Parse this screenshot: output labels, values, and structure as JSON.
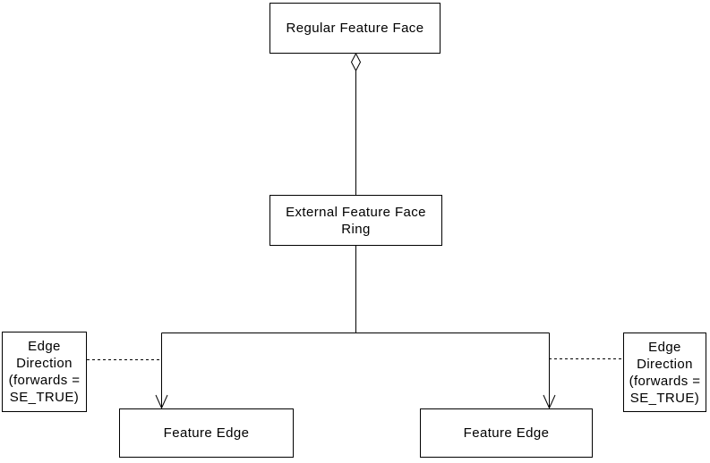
{
  "diagram": {
    "nodes": {
      "regular_feature_face": {
        "label": "Regular Feature Face"
      },
      "external_feature_face_ring": {
        "label": "External Feature Face Ring",
        "lines": [
          "External Feature Face",
          "Ring"
        ]
      },
      "edge_direction_left": {
        "label": "Edge Direction (forwards = SE_TRUE)",
        "lines": [
          "Edge",
          "Direction",
          "(forwards =",
          "SE_TRUE)"
        ]
      },
      "edge_direction_right": {
        "label": "Edge Direction (forwards = SE_TRUE)",
        "lines": [
          "Edge",
          "Direction",
          "(forwards =",
          "SE_TRUE)"
        ]
      },
      "feature_edge_left": {
        "label": "Feature Edge"
      },
      "feature_edge_right": {
        "label": "Feature Edge"
      }
    },
    "connections": [
      {
        "from": "External Feature Face Ring",
        "to": "Regular Feature Face",
        "type": "aggregation",
        "marker": "hollow-diamond"
      },
      {
        "from": "External Feature Face Ring",
        "to": "Feature Edge (left)",
        "type": "directed",
        "marker": "open-arrow"
      },
      {
        "from": "External Feature Face Ring",
        "to": "Feature Edge (right)",
        "type": "directed",
        "marker": "open-arrow"
      },
      {
        "from": "Edge Direction (forwards = SE_TRUE) (left)",
        "to": "left arrow branch",
        "type": "dashed-annotation"
      },
      {
        "from": "Edge Direction (forwards = SE_TRUE) (right)",
        "to": "right arrow branch",
        "type": "dashed-annotation"
      }
    ],
    "colors": {
      "background": "#ffffff",
      "line": "#000000",
      "text": "#000000",
      "box_border": "#000000",
      "box_fill": "#ffffff"
    }
  }
}
